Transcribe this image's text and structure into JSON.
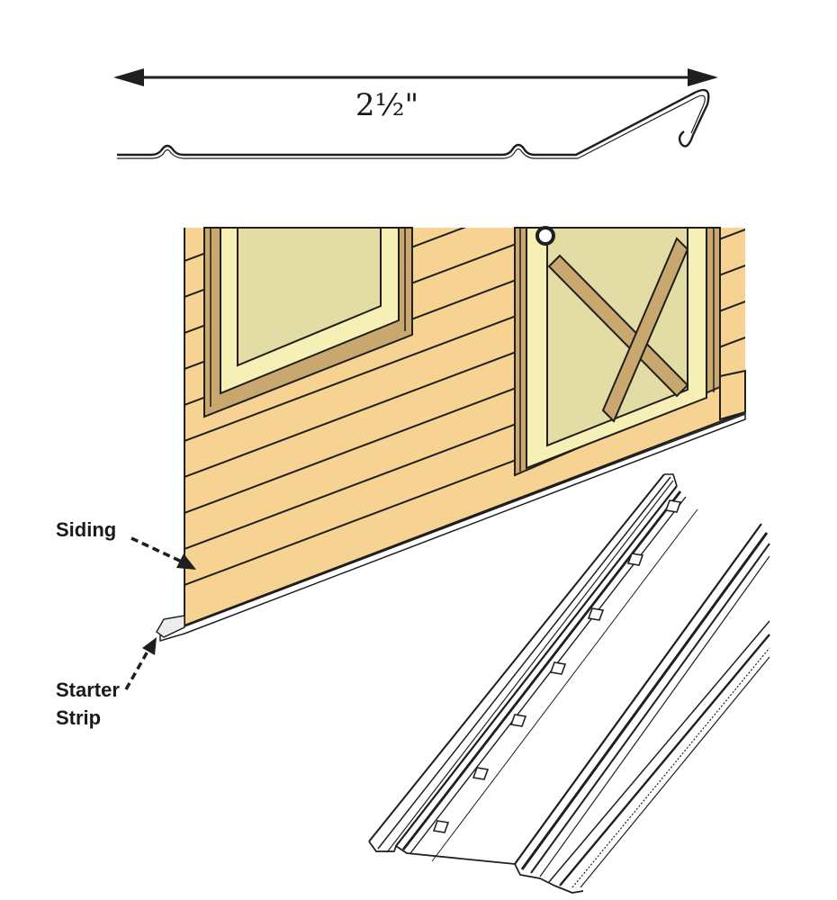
{
  "dimension": {
    "label": "2½\""
  },
  "callouts": {
    "siding": "Siding",
    "starter_line1": "Starter",
    "starter_line2": "Strip"
  },
  "colors": {
    "siding_fill": "#f6d392",
    "trim_fill": "#c9a86f",
    "glass_fill": "#e3dca4",
    "inner_frame_fill": "#f6efb6",
    "line": "#1f1f1f",
    "metal": "#ffffff"
  }
}
